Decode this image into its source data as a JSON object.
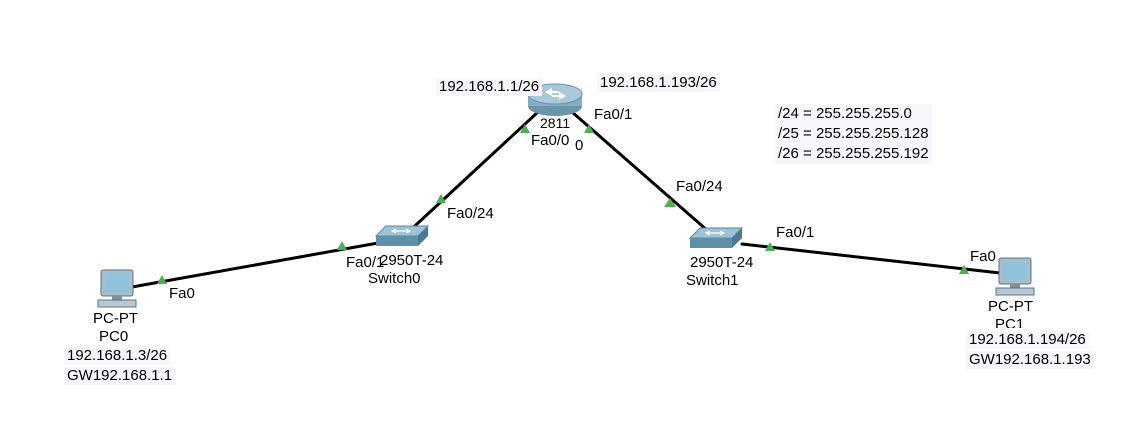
{
  "devices": {
    "router": {
      "model": "2811",
      "name": "0",
      "ip_left": "192.168.1.1/26",
      "ip_right": "192.168.1.193/26"
    },
    "switch0": {
      "model": "2950T-24",
      "name": "Switch0"
    },
    "switch1": {
      "model": "2950T-24",
      "name": "Switch1"
    },
    "pc0": {
      "model": "PC-PT",
      "name": "PC0",
      "ip": "192.168.1.3/26",
      "gateway": "GW192.168.1.1"
    },
    "pc1": {
      "model": "PC-PT",
      "name": "PC1",
      "ip": "192.168.1.194/26",
      "gateway": "GW192.168.1.193"
    }
  },
  "ports": {
    "router_fa00": "Fa0/0",
    "router_fa01": "Fa0/1",
    "sw0_fa024": "Fa0/24",
    "sw0_fa01": "Fa0/1",
    "pc0_fa0": "Fa0",
    "sw1_fa024": "Fa0/24",
    "sw1_fa01": "Fa0/1",
    "pc1_fa0": "Fa0"
  },
  "subnet_notes": [
    "/24 = 255.255.255.0",
    "/25 = 255.255.255.128",
    "/26 = 255.255.255.192"
  ],
  "colors": {
    "link": "#000000",
    "link_up": "#4caf50",
    "router_body": "#8fb3c8",
    "switch_body": "#6f9fb8",
    "pc_screen": "#8fc3dd"
  }
}
